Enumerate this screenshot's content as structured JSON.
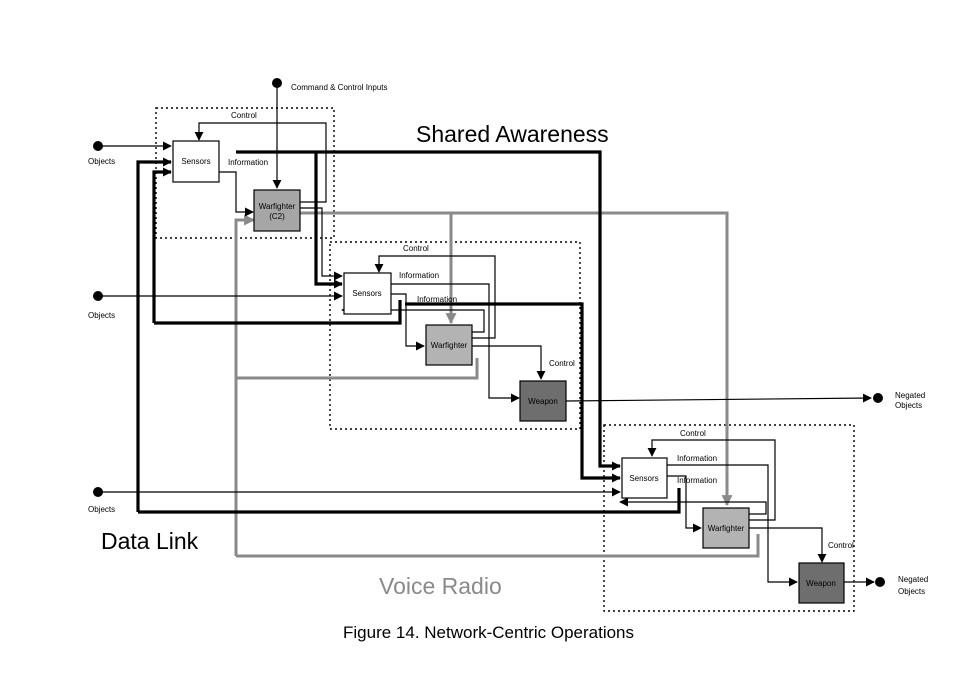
{
  "labels": {
    "command_inputs": "Command & Control Inputs",
    "control": "Control",
    "information": "Information",
    "objects": "Objects",
    "negated_line1": "Negated",
    "negated_line2": "Objects",
    "shared_awareness": "Shared Awareness",
    "data_link": "Data Link",
    "voice_radio": "Voice Radio"
  },
  "nodes": {
    "sensors": "Sensors",
    "warfighter": "Warfighter",
    "warfighter_c2_line1": "Warfighter",
    "warfighter_c2_line2": "(C2)",
    "weapon": "Weapon"
  },
  "caption": "Figure 14. Network-Centric Operations",
  "colors": {
    "line": "#000000",
    "voice_radio": "#8a8a8a",
    "sensors_fill": "#ffffff",
    "warfighter_c2_fill": "#a6a6a6",
    "warfighter_fill": "#b3b3b3",
    "weapon_fill": "#6e6e6e"
  }
}
